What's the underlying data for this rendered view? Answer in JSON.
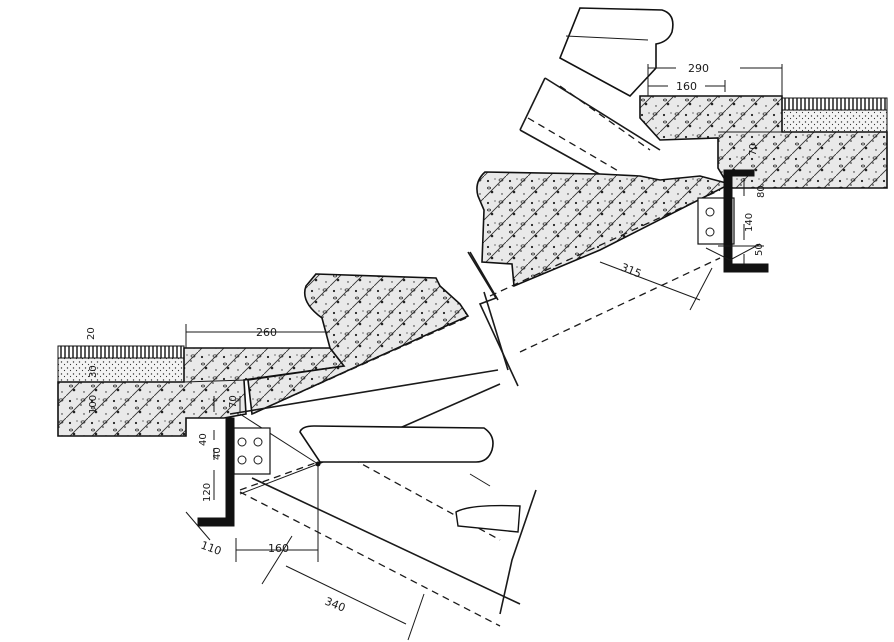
{
  "drawing": {
    "dimensions": {
      "d290": "290",
      "d160_top": "160",
      "d80": "80",
      "d140_right": "140",
      "d50": "50",
      "d70_right": "70",
      "d315": "315",
      "d20": "20",
      "d30": "30",
      "d100": "100",
      "d260": "260",
      "d70_left": "70",
      "d40_left_a": "40",
      "d40_left_b": "40",
      "d120": "120",
      "d110": "110",
      "d160_bottom": "160",
      "d340": "340"
    }
  }
}
